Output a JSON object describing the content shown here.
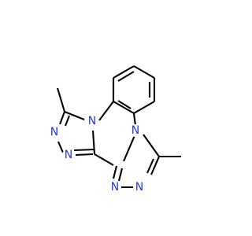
{
  "molecule": {
    "colors": {
      "carbon_bond": "#000000",
      "nitrogen": "#2536e8",
      "background": "#ffffff"
    },
    "atoms": {
      "n1": "N",
      "n2": "N",
      "n3": "N",
      "n4": "N",
      "n5": "N",
      "n6": "N"
    }
  }
}
